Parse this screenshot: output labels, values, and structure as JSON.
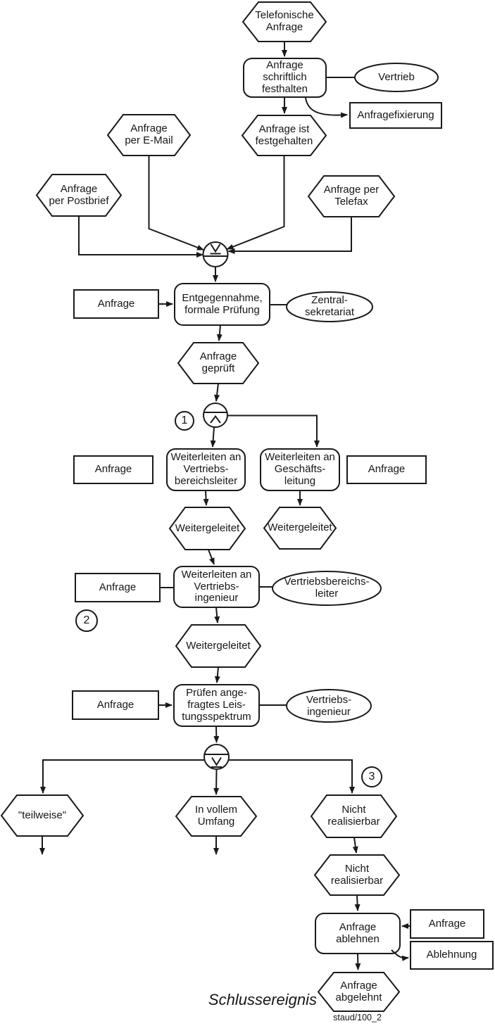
{
  "diagram": {
    "kind": "EPC process flowchart (Ereignisgesteuerte Prozesskette)",
    "background": "#ffffff",
    "line_color": "#1a1a1a"
  },
  "nodes": {
    "ev_telefonische": {
      "label": "Telefonische\nAnfrage"
    },
    "fn_schriftlich": {
      "label": "Anfrage\nschriftlich\nfesthalten"
    },
    "org_vertrieb": {
      "label": "Vertrieb"
    },
    "data_fixierung": {
      "label": "Anfragefixierung"
    },
    "ev_festgehalten": {
      "label": "Anfrage ist\nfestgehalten"
    },
    "ev_email": {
      "label": "Anfrage\nper E-Mail"
    },
    "ev_postbrief": {
      "label": "Anfrage\nper Postbrief"
    },
    "ev_telefax": {
      "label": "Anfrage per\nTelefax"
    },
    "data_anfrage1": {
      "label": "Anfrage"
    },
    "fn_entgegennahme": {
      "label": "Entgegennahme,\nformale Prüfung"
    },
    "org_zentralsekretariat": {
      "label": "Zentral-\nsekretariat"
    },
    "ev_geprueft": {
      "label": "Anfrage\ngeprüft"
    },
    "data_anfrage2": {
      "label": "Anfrage"
    },
    "fn_weiterleiten_vbl": {
      "label": "Weiterleiten an\nVertriebs-\nbereichsleiter"
    },
    "fn_weiterleiten_gl": {
      "label": "Weiterleiten an\nGeschäfts-\nleitung"
    },
    "data_anfrage3": {
      "label": "Anfrage"
    },
    "ev_weitergeleitet1": {
      "label": "Weitergeleitet"
    },
    "ev_weitergeleitet2": {
      "label": "Weitergeleitet"
    },
    "data_anfrage4": {
      "label": "Anfrage"
    },
    "fn_weiterleiten_vi": {
      "label": "Weiterleiten an\nVertriebs-\ningenieur"
    },
    "org_vertriebsbereichsleiter": {
      "label": "Vertriebsbereichs-\nleiter"
    },
    "ev_weitergeleitet3": {
      "label": "Weitergeleitet"
    },
    "data_anfrage5": {
      "label": "Anfrage"
    },
    "fn_pruefen": {
      "label": "Prüfen ange-\nfragtes Leis-\ntungsspektrum"
    },
    "org_vertriebsingenieur": {
      "label": "Vertriebs-\ningenieur"
    },
    "ev_teilweise": {
      "label": "\"teilweise\""
    },
    "ev_vollem_umfang": {
      "label": "In vollem\nUmfang"
    },
    "ev_nicht_realisierbar1": {
      "label": "Nicht\nrealisierbar"
    },
    "ev_nicht_realisierbar2": {
      "label": "Nicht\nrealisierbar"
    },
    "data_anfrage6": {
      "label": "Anfrage"
    },
    "fn_ablehnen": {
      "label": "Anfrage\nablehnen"
    },
    "data_ablehnung": {
      "label": "Ablehnung"
    },
    "ev_abgelehnt": {
      "label": "Anfrage\nabgelehnt"
    }
  },
  "markers": {
    "m1": "1",
    "m2": "2",
    "m3": "3"
  },
  "annotations": {
    "final_event_note": "Schlussereignis",
    "credit": "staud/100_2"
  }
}
